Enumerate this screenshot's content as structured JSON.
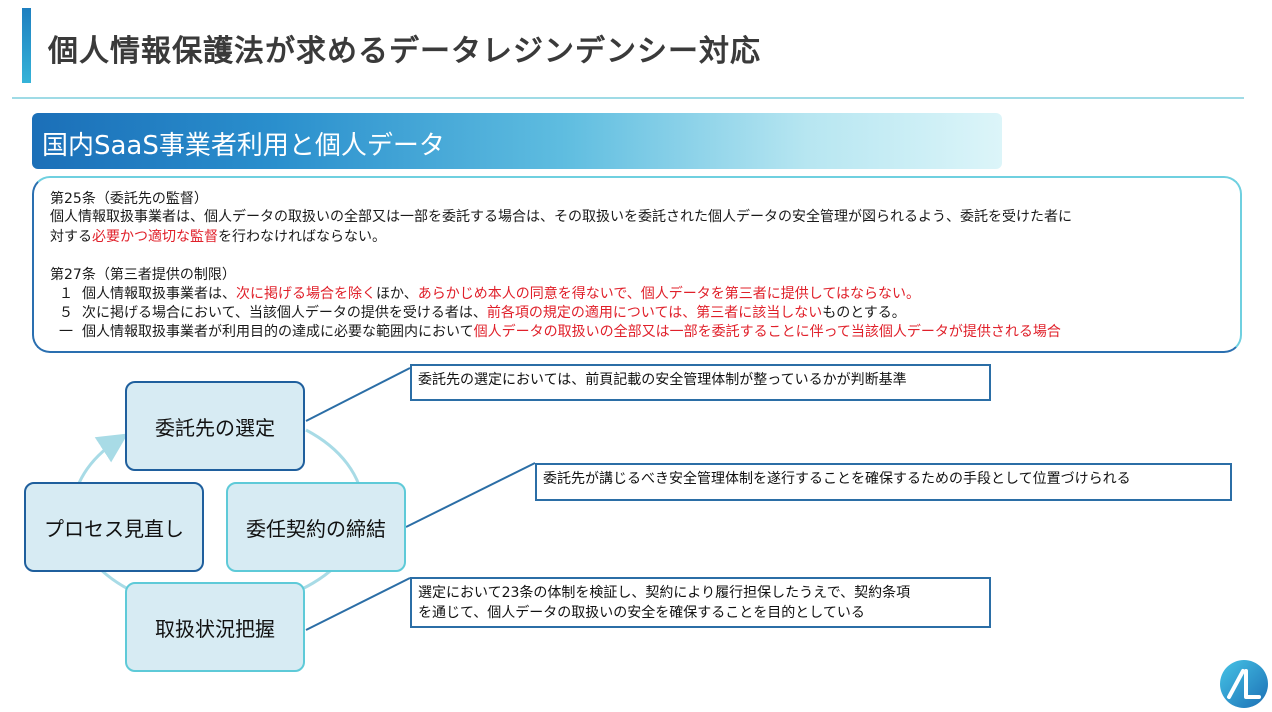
{
  "header": {
    "title": "個人情報保護法が求めるデータレジンデンシー対応"
  },
  "section": {
    "title": "国内SaaS事業者利用と個人データ"
  },
  "law_box": {
    "art25_heading": "第25条（委託先の監督）",
    "art25_line1": "個人情報取扱事業者は、個人データの取扱いの全部又は一部を委託する場合は、その取扱いを委託された個人データの安全管理が図られるよう、委託を受けた者に",
    "art25_line2_a": "対する",
    "art25_line2_red": "必要かつ適切な監督",
    "art25_line2_b": "を行わなければならない。",
    "art27_heading": "第27条（第三者提供の制限）",
    "art27_1_num": "１",
    "art27_1_a": "個人情報取扱事業者は、",
    "art27_1_red1": "次に掲げる場合を除く",
    "art27_1_b": "ほか、",
    "art27_1_red2": "あらかじめ本人の同意を得ないで、個人データを第三者に提供してはならない。",
    "art27_5_num": "５",
    "art27_5_a": "次に掲げる場合において、当該個人データの提供を受ける者は、",
    "art27_5_red": "前各項の規定の適用については、第三者に該当しない",
    "art27_5_b": "ものとする。",
    "art27_i_num": "一",
    "art27_i_a": "個人情報取扱事業者が利用目的の達成に必要な範囲内において",
    "art27_i_red": "個人データの取扱いの全部又は一部を委託することに伴って当該個人データが提供される場合"
  },
  "cycle": {
    "nodes": {
      "select": "委託先の選定",
      "contract": "委任契約の締結",
      "grasp": "取扱状況把握",
      "review": "プロセス見直し"
    }
  },
  "callouts": {
    "select": [
      "委託先の選定においては、前頁記載の安全管理体制が整っているかが判断基準"
    ],
    "contract": [
      "委託先が講じるべき安全管理体制を遂行することを確保するための手段として位置づけられる"
    ],
    "grasp": [
      "選定において23条の体制を検証し、契約により履行担保したうえで、契約条項",
      "を通じて、個人データの取扱いの安全を確保することを目的としている"
    ]
  },
  "colors": {
    "accent": "#1e7fc0",
    "highlight_red": "#e0202a",
    "node_fill": "#d7ebf3",
    "node_border": "#1f5f9d"
  },
  "logo": {
    "icon": "company-logo-icon"
  }
}
